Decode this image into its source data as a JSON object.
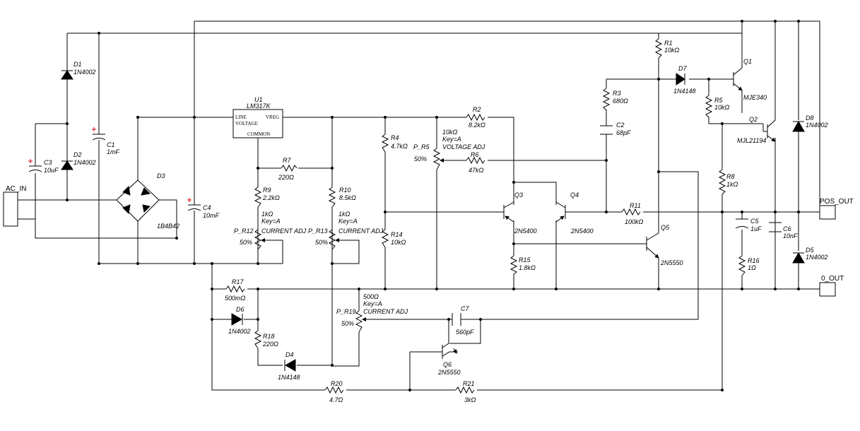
{
  "ports": {
    "ac_in": "AC_IN",
    "pos_out": "POS_OUT",
    "zero_out": "0_OUT"
  },
  "regulator": {
    "ref": "U1",
    "part": "LM317K",
    "pin_line": "LINE",
    "pin_voltage": "VOLTAGE",
    "pin_vreg": "VREG",
    "pin_common": "COMMON"
  },
  "components": {
    "D1": {
      "ref": "D1",
      "value": "1N4002"
    },
    "D2": {
      "ref": "D2",
      "value": "1N4002"
    },
    "D3": {
      "ref": "D3",
      "value": "1B4B42"
    },
    "D4": {
      "ref": "D4",
      "value": "1N4148"
    },
    "D5": {
      "ref": "D5",
      "value": "1N4002"
    },
    "D6": {
      "ref": "D6",
      "value": "1N4002"
    },
    "D7": {
      "ref": "D7",
      "value": "1N4148"
    },
    "D8": {
      "ref": "D8",
      "value": "1N4002"
    },
    "C1": {
      "ref": "C1",
      "value": "1mF"
    },
    "C2": {
      "ref": "C2",
      "value": "68pF"
    },
    "C3": {
      "ref": "C3",
      "value": "10uF"
    },
    "C4": {
      "ref": "C4",
      "value": "10mF"
    },
    "C5": {
      "ref": "C5",
      "value": "1uF"
    },
    "C6": {
      "ref": "C6",
      "value": "10nF"
    },
    "C7": {
      "ref": "C7",
      "value": "560pF"
    },
    "R1": {
      "ref": "R1",
      "value": "10kΩ"
    },
    "R2": {
      "ref": "R2",
      "value": "8.2kΩ"
    },
    "R3": {
      "ref": "R3",
      "value": "680Ω"
    },
    "R4": {
      "ref": "R4",
      "value": "4.7kΩ"
    },
    "R5": {
      "ref": "R5",
      "value": "10kΩ"
    },
    "R6": {
      "ref": "R6",
      "value": "47kΩ"
    },
    "R7": {
      "ref": "R7",
      "value": "220Ω"
    },
    "R8": {
      "ref": "R8",
      "value": "1kΩ"
    },
    "R9": {
      "ref": "R9",
      "value": "2.2kΩ"
    },
    "R10": {
      "ref": "R10",
      "value": "8.5kΩ"
    },
    "R11": {
      "ref": "R11",
      "value": "100kΩ"
    },
    "R14": {
      "ref": "R14",
      "value": "10kΩ"
    },
    "R15": {
      "ref": "R15",
      "value": "1.8kΩ"
    },
    "R16": {
      "ref": "R16",
      "value": "1Ω"
    },
    "R17": {
      "ref": "R17",
      "value": "500mΩ"
    },
    "R18": {
      "ref": "R18",
      "value": "220Ω"
    },
    "R20": {
      "ref": "R20",
      "value": "4.7Ω"
    },
    "R21": {
      "ref": "R21",
      "value": "3kΩ"
    },
    "Q1": {
      "ref": "Q1",
      "value": "MJE340"
    },
    "Q2": {
      "ref": "Q2",
      "value": "MJL21194"
    },
    "Q3": {
      "ref": "Q3",
      "value": "2N5400"
    },
    "Q4": {
      "ref": "Q4",
      "value": "2N5400"
    },
    "Q5": {
      "ref": "Q5",
      "value": "2N5550"
    },
    "Q6": {
      "ref": "Q6",
      "value": "2N5550"
    }
  },
  "pots": {
    "P_R5": {
      "ref": "P_R5",
      "value": "10kΩ",
      "key": "Key=A",
      "function": "VOLTAGE ADJ",
      "setting": "50%"
    },
    "P_R12": {
      "ref": "P_R12",
      "value": "1kΩ",
      "key": "Key=A",
      "function": "CURRENT ADJ",
      "setting": "50%"
    },
    "P_R13": {
      "ref": "P_R13",
      "value": "1kΩ",
      "key": "Key=A",
      "function": "CURRENT ADJ",
      "setting": "50%"
    },
    "P_R19": {
      "ref": "P_R19",
      "value": "500Ω",
      "key": "Key=A",
      "function": "CURRENT ADJ",
      "setting": "50%"
    }
  },
  "colors": {
    "wire": "#000000",
    "polarity": "#d40000",
    "background": "#ffffff"
  }
}
